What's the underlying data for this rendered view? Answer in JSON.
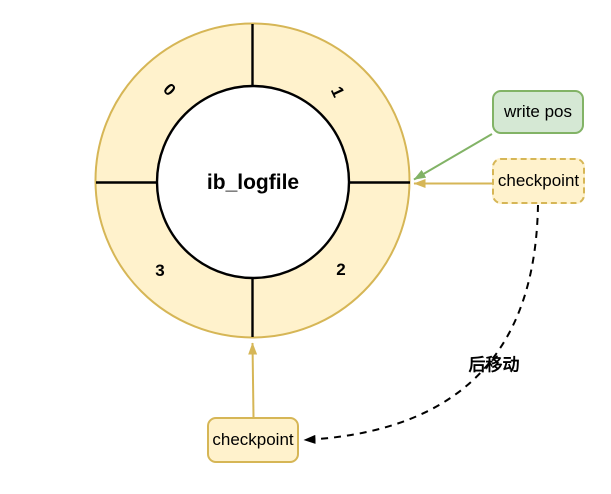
{
  "ring": {
    "title": "ib_logfile",
    "segments": [
      "0",
      "1",
      "2",
      "3"
    ]
  },
  "boxes": {
    "write_pos": "write pos",
    "checkpoint_right": "checkpoint",
    "checkpoint_bottom": "checkpoint"
  },
  "labels": {
    "move": "后移动"
  },
  "colors": {
    "ring_fill": "#FFF2CC",
    "ring_stroke": "#D6B656",
    "write_pos_fill": "#D5E8D4",
    "write_pos_stroke": "#82B366",
    "inner_circle_fill": "#FFFFFF",
    "line_black": "#000000",
    "background": "#FFFFFF"
  }
}
